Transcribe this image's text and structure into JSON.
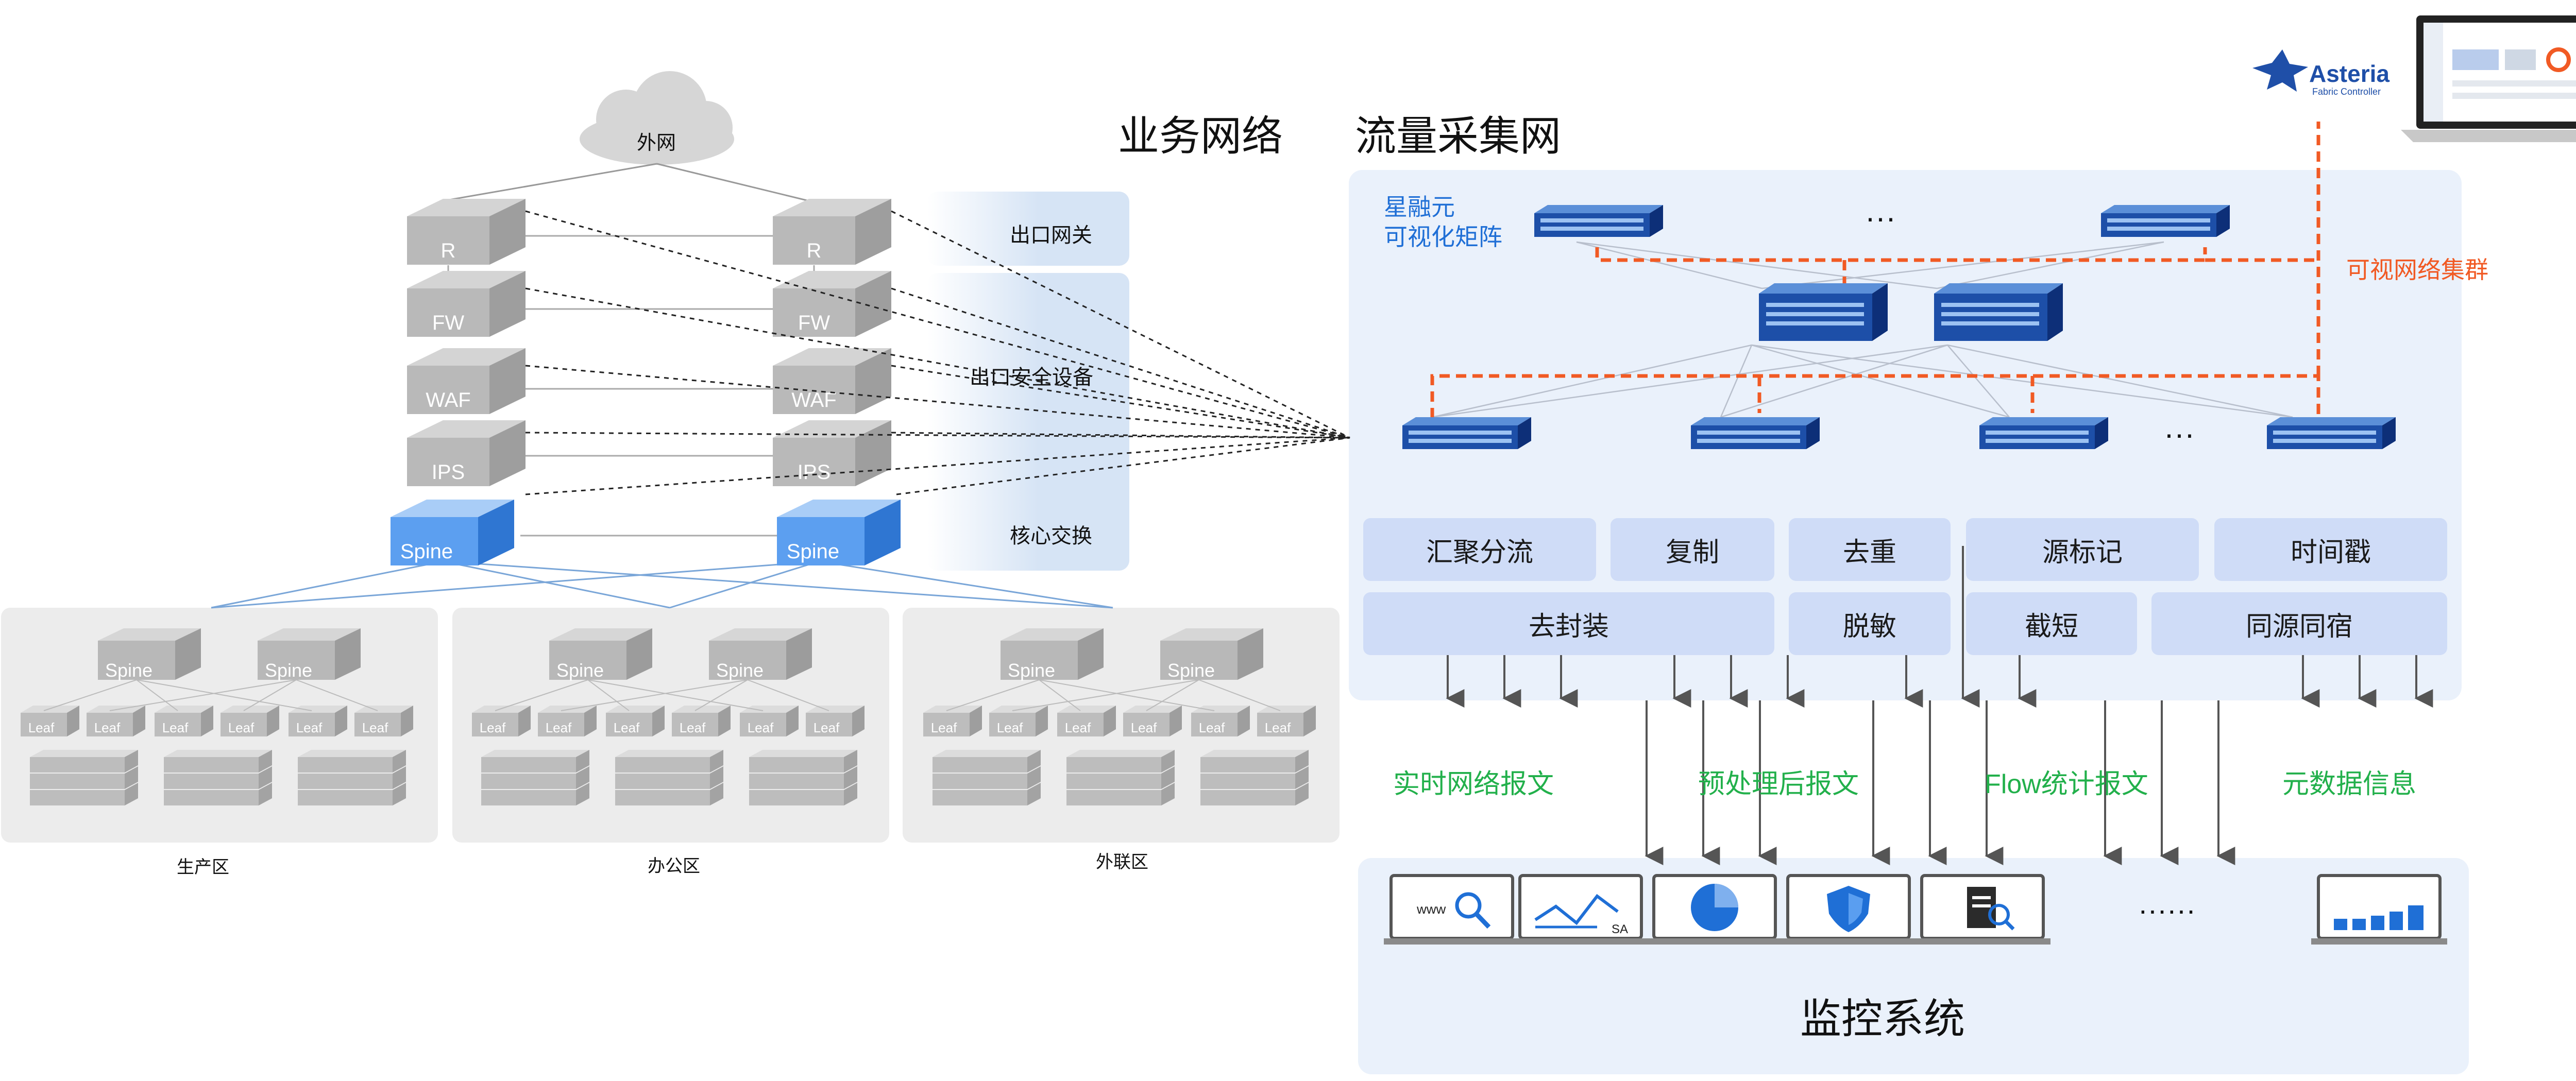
{
  "titles": {
    "business_network": "业务网络",
    "traffic_network": "流量采集网"
  },
  "cloud_label": "外网",
  "layers": {
    "exit_gateway": "出口网关",
    "exit_security": "出口安全设备",
    "core_switch": "核心交换"
  },
  "devices": {
    "router": "R",
    "firewall": "FW",
    "waf": "WAF",
    "ips": "IPS",
    "spine": "Spine",
    "leaf": "Leaf"
  },
  "zones": [
    "生产区",
    "办公区",
    "外联区"
  ],
  "matrix": {
    "line1": "星融元",
    "line2": "可视化矩阵",
    "dots": "···"
  },
  "cluster_label": "可视网络集群",
  "brand": {
    "name": "Asteria",
    "sub": "Fabric Controller"
  },
  "functions": {
    "row1": [
      "汇聚分流",
      "复制",
      "去重",
      "源标记",
      "时间戳"
    ],
    "row2": [
      "去封装",
      "脱敏",
      "截短",
      "同源同宿"
    ]
  },
  "outputs": [
    "实时网络报文",
    "预处理后报文",
    "Flow统计报文",
    "元数据信息"
  ],
  "monitor": {
    "title": "监控系统",
    "dots": "······",
    "www": "www",
    "sa": "SA"
  },
  "colors": {
    "accent_blue": "#1f6fd6",
    "orange": "#f15a24",
    "green": "#22b04b",
    "panel": "#eaf1fb",
    "func": "#cfdcf7"
  }
}
